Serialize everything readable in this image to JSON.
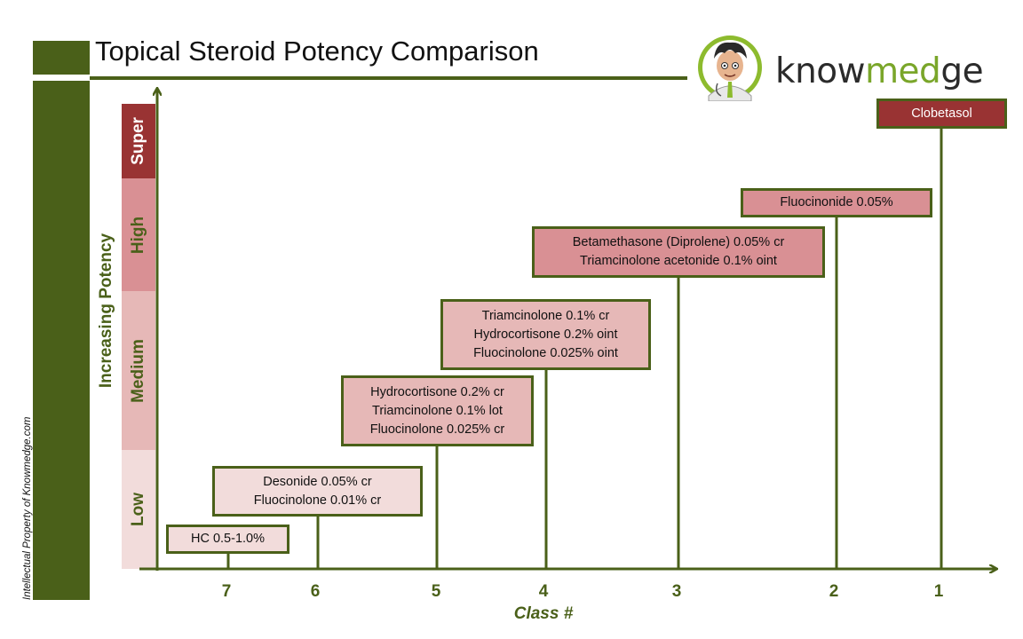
{
  "header": {
    "title": "Topical Steroid Potency Comparison",
    "brand": {
      "prefix": "know",
      "accent": "med",
      "suffix": "ge"
    },
    "watermark": "Intellectual Property of Knowmedge.com"
  },
  "axes": {
    "y_label": "Increasing Potency",
    "x_label": "Class #",
    "ticks": [
      "7",
      "6",
      "5",
      "4",
      "3",
      "2",
      "1"
    ]
  },
  "potency_bands": [
    {
      "label": "Super",
      "color": "#993333"
    },
    {
      "label": "High",
      "color": "#d99094"
    },
    {
      "label": "Medium",
      "color": "#e6b8b7"
    },
    {
      "label": "Low",
      "color": "#f2dcdb"
    }
  ],
  "classes": [
    {
      "class": "1",
      "lines": [
        "Clobetasol"
      ]
    },
    {
      "class": "2",
      "lines": [
        "Fluocinonide 0.05%"
      ]
    },
    {
      "class": "3",
      "lines": [
        "Betamethasone  (Diprolene) 0.05% cr",
        "Triamcinolone acetonide 0.1% oint"
      ]
    },
    {
      "class": "4",
      "lines": [
        "Triamcinolone 0.1% cr",
        "Hydrocortisone 0.2% oint",
        "Fluocinolone 0.025% oint"
      ]
    },
    {
      "class": "5",
      "lines": [
        "Hydrocortisone 0.2% cr",
        "Triamcinolone 0.1% lot",
        "Fluocinolone 0.025% cr"
      ]
    },
    {
      "class": "6",
      "lines": [
        "Desonide 0.05% cr",
        "Fluocinolone 0.01% cr"
      ]
    },
    {
      "class": "7",
      "lines": [
        "HC 0.5-1.0%"
      ]
    }
  ],
  "colors": {
    "axis_green": "#4a6019",
    "super": "#993333",
    "high": "#d99094",
    "medium": "#e6b8b7",
    "low": "#f2dcdb"
  }
}
